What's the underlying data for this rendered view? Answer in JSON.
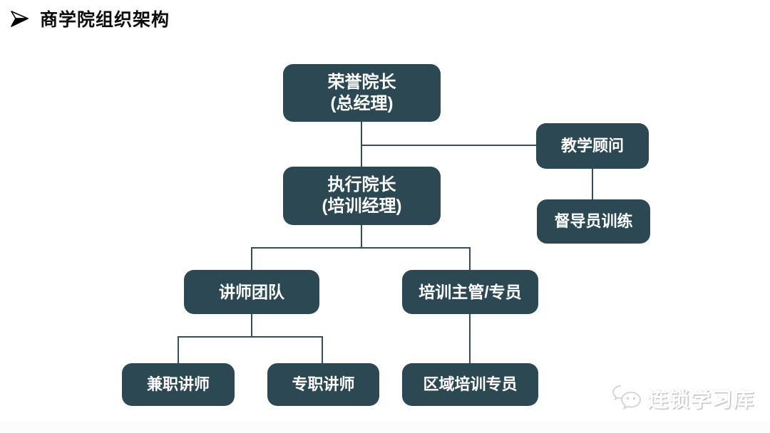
{
  "header": {
    "title": "商学院组织架构",
    "icon": "arrowhead-bullet"
  },
  "colors": {
    "box_fill": "#2c4852",
    "connector": "#33505a",
    "box_text": "#ffffff",
    "title_text": "#0d0d0d",
    "watermark": "#c9c9c9",
    "background": "#ffffff"
  },
  "org_chart": {
    "type": "organization-chart",
    "nodes": [
      {
        "id": "honorary-dean",
        "title": "荣誉院长",
        "subtitle": "(总经理)"
      },
      {
        "id": "teaching-advisor",
        "label": "教学顾问"
      },
      {
        "id": "executive-dean",
        "title": "执行院长",
        "subtitle": "(培训经理)"
      },
      {
        "id": "supervisor-training",
        "label": "督导员训练"
      },
      {
        "id": "lecturer-team",
        "label": "讲师团队"
      },
      {
        "id": "training-supervisor",
        "label": "培训主管/专员"
      },
      {
        "id": "part-time-lecturer",
        "label": "兼职讲师"
      },
      {
        "id": "full-time-lecturer",
        "label": "专职讲师"
      },
      {
        "id": "regional-training-specialist",
        "label": "区域培训专员"
      }
    ],
    "edges": [
      {
        "from": "honorary-dean",
        "to": "executive-dean"
      },
      {
        "from": "honorary-dean",
        "to": "teaching-advisor"
      },
      {
        "from": "teaching-advisor",
        "to": "supervisor-training"
      },
      {
        "from": "executive-dean",
        "to": "lecturer-team"
      },
      {
        "from": "executive-dean",
        "to": "training-supervisor"
      },
      {
        "from": "lecturer-team",
        "to": "part-time-lecturer"
      },
      {
        "from": "lecturer-team",
        "to": "full-time-lecturer"
      },
      {
        "from": "training-supervisor",
        "to": "regional-training-specialist"
      }
    ]
  },
  "watermark": {
    "text": "连锁学习库",
    "icon": "wechat-chat-bubbles"
  }
}
